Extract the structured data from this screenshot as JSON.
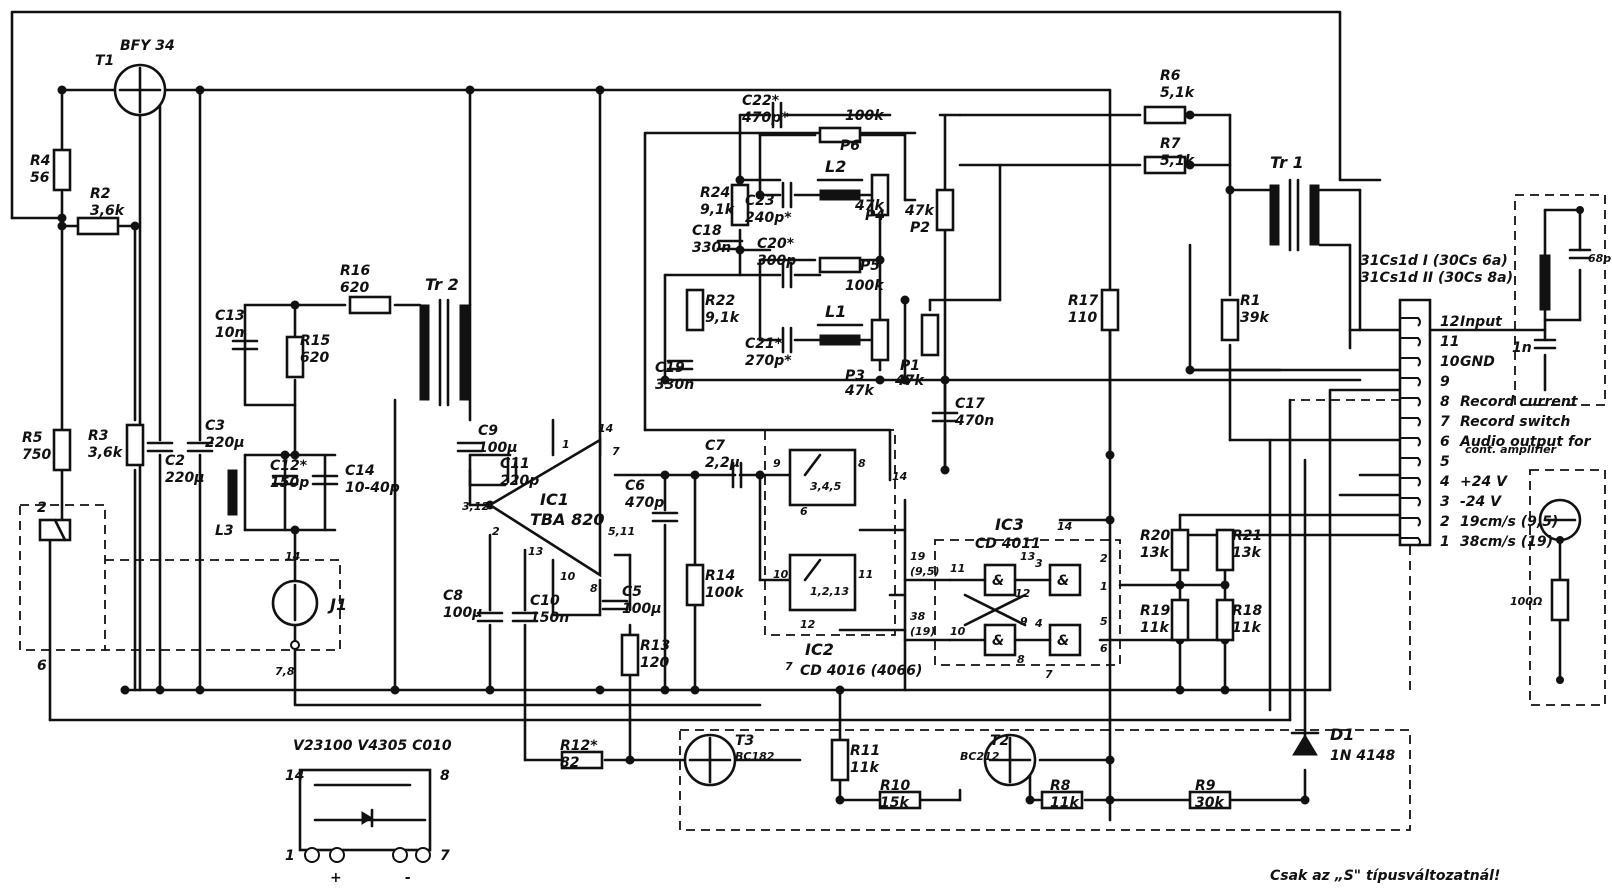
{
  "transistors": {
    "t1": {
      "ref": "T1",
      "type": "BFY 34"
    },
    "t2": {
      "ref": "T2",
      "type": "BC212"
    },
    "t3": {
      "ref": "T3",
      "type": "BC182"
    }
  },
  "ics": {
    "ic1": {
      "ref": "IC1",
      "type": "TBA 820"
    },
    "ic2": {
      "ref": "IC2",
      "type": "CD 4016 (4066)"
    },
    "ic3": {
      "ref": "IC3",
      "type": "CD 4011"
    }
  },
  "resistors": {
    "r1": {
      "ref": "R1",
      "value": "39k"
    },
    "r2": {
      "ref": "R2",
      "value": "3,6k"
    },
    "r3": {
      "ref": "R3",
      "value": "3,6k"
    },
    "r4": {
      "ref": "R4",
      "value": "56"
    },
    "r5": {
      "ref": "R5",
      "value": "750"
    },
    "r6": {
      "ref": "R6",
      "value": "5,1k"
    },
    "r7": {
      "ref": "R7",
      "value": "5,1k"
    },
    "r8": {
      "ref": "R8",
      "value": "11k"
    },
    "r9": {
      "ref": "R9",
      "value": "30k"
    },
    "r10": {
      "ref": "R10",
      "value": "15k"
    },
    "r11": {
      "ref": "R11",
      "value": "11k"
    },
    "r12": {
      "ref": "R12*",
      "value": "82"
    },
    "r13": {
      "ref": "R13",
      "value": "120"
    },
    "r14": {
      "ref": "R14",
      "value": "100k"
    },
    "r15": {
      "ref": "R15",
      "value": "620"
    },
    "r16": {
      "ref": "R16",
      "value": "620"
    },
    "r17": {
      "ref": "R17",
      "value": "110"
    },
    "r18": {
      "ref": "R18",
      "value": "11k"
    },
    "r19": {
      "ref": "R19",
      "value": "11k"
    },
    "r20": {
      "ref": "R20",
      "value": "13k"
    },
    "r21": {
      "ref": "R21",
      "value": "13k"
    },
    "r22": {
      "ref": "R22",
      "value": "9,1k"
    },
    "r24": {
      "ref": "R24",
      "value": "9,1k"
    }
  },
  "capacitors": {
    "c2": {
      "ref": "C2",
      "value": "220μ"
    },
    "c3": {
      "ref": "C3",
      "value": "220μ"
    },
    "c5": {
      "ref": "C5",
      "value": "100μ"
    },
    "c6": {
      "ref": "C6",
      "value": "470p"
    },
    "c7": {
      "ref": "C7",
      "value": "2,2μ"
    },
    "c8": {
      "ref": "C8",
      "value": "100μ"
    },
    "c9": {
      "ref": "C9",
      "value": "100μ"
    },
    "c10": {
      "ref": "C10",
      "value": "150n"
    },
    "c11": {
      "ref": "C11",
      "value": "220p"
    },
    "c12": {
      "ref": "C12*",
      "value": "150p"
    },
    "c13": {
      "ref": "C13",
      "value": "10n"
    },
    "c14": {
      "ref": "C14",
      "value": "10-40p"
    },
    "c17": {
      "ref": "C17",
      "value": "470n"
    },
    "c18": {
      "ref": "C18",
      "value": "330n"
    },
    "c19": {
      "ref": "C19",
      "value": "330n"
    },
    "c20": {
      "ref": "C20*",
      "value": "300p"
    },
    "c21": {
      "ref": "C21*",
      "value": "270p*"
    },
    "c22": {
      "ref": "C22*",
      "value": "470p*"
    },
    "c23": {
      "ref": "C23",
      "value": "240p*"
    }
  },
  "pots": {
    "p1": {
      "ref": "P1",
      "value": "47k"
    },
    "p2": {
      "ref": "P2",
      "value": "47k"
    },
    "p3": {
      "ref": "P3",
      "value": "47k"
    },
    "p4": {
      "ref": "P4",
      "value": "47k"
    },
    "p5": {
      "ref": "P5",
      "value": "100k"
    },
    "p6": {
      "ref": "P6",
      "value": "100k"
    }
  },
  "inductors": {
    "l1": {
      "ref": "L1"
    },
    "l2": {
      "ref": "L2"
    },
    "l3": {
      "ref": "L3"
    }
  },
  "transformers": {
    "tr1": {
      "ref": "Tr 1"
    },
    "tr2": {
      "ref": "Tr 2"
    }
  },
  "misc": {
    "j1": "J1",
    "d1_ref": "D1",
    "d1_type": "1N 4148",
    "relay_type": "V23100 V4305 C010",
    "relay_pin_14": "14",
    "relay_pin_8": "8",
    "relay_pin_1": "1",
    "relay_pin_7": "7",
    "relay_plus": "+",
    "relay_minus": "-",
    "head_line1": "31Cs1d I (30Cs 6a)",
    "head_line2": "31Cs1d II (30Cs 8a)",
    "head_cap1": "68p",
    "head_cap2": "1n",
    "head_res": "100Ω",
    "note": "Csak az „S\" típusváltozatnál!"
  },
  "connector_pins": [
    {
      "num": "12",
      "label": "Input"
    },
    {
      "num": "11",
      "label": ""
    },
    {
      "num": "10",
      "label": "GND"
    },
    {
      "num": "9",
      "label": ""
    },
    {
      "num": "8",
      "label": "Record current"
    },
    {
      "num": "7",
      "label": "Record switch"
    },
    {
      "num": "6",
      "label": "Audio output for"
    },
    {
      "num": "5",
      "label": ""
    },
    {
      "num": "4",
      "label": "+24 V"
    },
    {
      "num": "3",
      "label": "-24 V"
    },
    {
      "num": "2",
      "label": "19cm/s (9,5)"
    },
    {
      "num": "1",
      "label": "38cm/s (19)"
    }
  ],
  "connector_extra": "cont. amplifier",
  "pin_labels": {
    "ic1_1": "1",
    "ic1_14": "14",
    "ic1_7": "7",
    "ic1_312": "3,12",
    "ic1_2": "2",
    "ic1_13": "13",
    "ic1_10": "10",
    "ic1_8": "8",
    "ic1_511": "5,11",
    "sw1_9": "9",
    "sw1_8": "8",
    "sw1_6": "6",
    "sw1_text": "3,4,5",
    "sw2_10": "10",
    "sw2_11": "11",
    "sw2_12": "12",
    "sw2_text": "1,2,13",
    "ic2_14": "14",
    "ic2_7": "7",
    "ic3_14": "14",
    "ic3_7": "7",
    "g_11": "11",
    "g_13": "13",
    "g_12": "12",
    "g_10": "10",
    "g_9": "9",
    "g_8": "8",
    "g_3": "3",
    "g_2": "2",
    "g_1": "1",
    "g_4": "4",
    "g_5": "5",
    "g_6": "6",
    "w19": "19",
    "w19b": "(9,5)",
    "w38": "38",
    "w38b": "(19)",
    "relay_2": "2",
    "relay_6": "6",
    "j1_14": "14",
    "j1_78": "7,8"
  }
}
